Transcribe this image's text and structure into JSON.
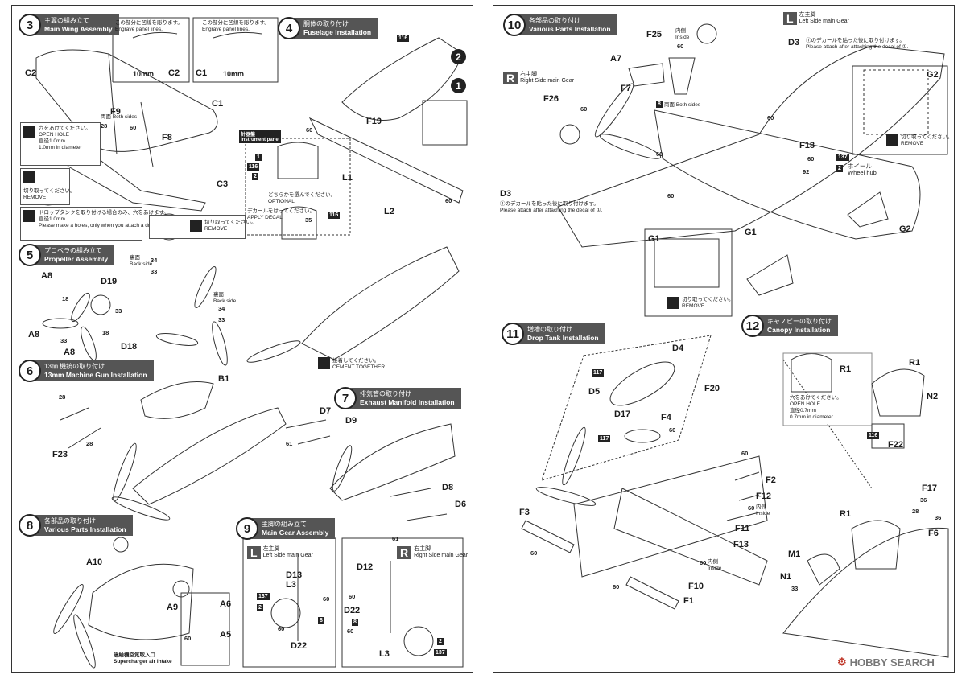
{
  "steps": {
    "s3": {
      "num": "3",
      "jp": "主翼の組み立て",
      "en": "Main Wing Assembly"
    },
    "s4": {
      "num": "4",
      "jp": "胴体の取り付け",
      "en": "Fuselage Installation"
    },
    "s5": {
      "num": "5",
      "jp": "プロペラの組み立て",
      "en": "Propeller Assembly"
    },
    "s6": {
      "num": "6",
      "jp": "13㎜ 機銃の取り付け",
      "en": "13mm Machine Gun Installation"
    },
    "s7": {
      "num": "7",
      "jp": "排気管の取り付け",
      "en": "Exhaust Manifold Installation"
    },
    "s8": {
      "num": "8",
      "jp": "各部品の取り付け",
      "en": "Various Parts Installation"
    },
    "s9": {
      "num": "9",
      "jp": "主脚の組み立て",
      "en": "Main Gear Assembly"
    },
    "s10": {
      "num": "10",
      "jp": "各部品の取り付け",
      "en": "Various Parts Installation"
    },
    "s11": {
      "num": "11",
      "jp": "増槽の取り付け",
      "en": "Drop Tank Installation"
    },
    "s12": {
      "num": "12",
      "jp": "キャノピーの取り付け",
      "en": "Canopy Installation"
    }
  },
  "notes": {
    "engrave_jp": "この部分に凹線を彫ります。",
    "engrave_en": "Engrave panel lines.",
    "mm10": "10mm",
    "open_hole_jp": "穴をあけてください。",
    "open_hole_en": "OPEN HOLE",
    "diam10_jp": "直径1.0mm",
    "diam10_en": "1.0mm in diameter",
    "diam07_jp": "直径0.7mm",
    "diam07_en": "0.7mm in diameter",
    "remove_jp": "切り取ってください。",
    "remove_en": "REMOVE",
    "droptank_jp": "ドロップタンクを取り付ける場合のみ、穴をあけます。",
    "droptank_en": "Please make a holes, only when you attach a drop tanks.",
    "instrument_jp": "計器盤",
    "instrument_en": "Instrument panel",
    "optional_jp": "どちらかを選んでください。",
    "optional_en": "OPTIONAL",
    "decal_jp": "デカールをはってください。",
    "decal_en": "APPLY DECAL",
    "backside_jp": "裏面",
    "backside_en": "Back side",
    "bothsides_jp": "両面",
    "bothsides_en": "Both sides",
    "cement_jp": "接着してください。",
    "cement_en": "CEMENT TOGETHER",
    "supercharger_jp": "過給機空気取入口",
    "supercharger_en": "Supercharger air intake",
    "inside_jp": "内側",
    "inside_en": "Inside",
    "decal_first_jp": "①のデカールを貼った後に取り付けます。",
    "decal_first_en": "Please attach after attaching the decal of ①.",
    "wheelhub_jp": "ホイール",
    "wheelhub_en": "Wheel hub",
    "left_gear_jp": "左主脚",
    "left_gear_en": "Left Side main Gear",
    "right_gear_jp": "右主脚",
    "right_gear_en": "Right Side main Gear"
  },
  "gear": {
    "L": "L",
    "R": "R"
  },
  "paint": {
    "p116": "116",
    "p28": "28",
    "p60": "60",
    "p8": "8",
    "p2": "2",
    "p137": "137",
    "p35": "35",
    "p1": "1",
    "p18": "18",
    "p33": "33",
    "p34": "34",
    "p61": "61",
    "p117": "117",
    "p36": "36",
    "p92": "92"
  },
  "parts": {
    "C1": "C1",
    "C2": "C2",
    "C3": "C3",
    "F8": "F8",
    "F9": "F9",
    "F19": "F19",
    "L1": "L1",
    "L2": "L2",
    "A8": "A8",
    "D19": "D19",
    "D18": "D18",
    "B1": "B1",
    "F23": "F23",
    "D7": "D7",
    "D9": "D9",
    "D8": "D8",
    "D6": "D6",
    "A10": "A10",
    "A9": "A9",
    "A6": "A6",
    "A5": "A5",
    "D13": "D13",
    "L3": "L3",
    "D22": "D22",
    "D12": "D12",
    "F25": "F25",
    "A7": "A7",
    "F7": "F7",
    "F26": "F26",
    "D3": "D3",
    "G1": "G1",
    "G2": "G2",
    "F18": "F18",
    "D4": "D4",
    "D5": "D5",
    "D17": "D17",
    "F4": "F4",
    "F20": "F20",
    "F2": "F2",
    "F12": "F12",
    "F11": "F11",
    "F13": "F13",
    "F3": "F3",
    "F10": "F10",
    "F1": "F1",
    "R1": "R1",
    "N2": "N2",
    "F22": "F22",
    "F17": "F17",
    "F6": "F6",
    "M1": "M1",
    "N1": "N1"
  },
  "decal_circle": {
    "one": "1",
    "two": "2"
  },
  "watermark": {
    "brand": "HOBBY SEARCH"
  }
}
